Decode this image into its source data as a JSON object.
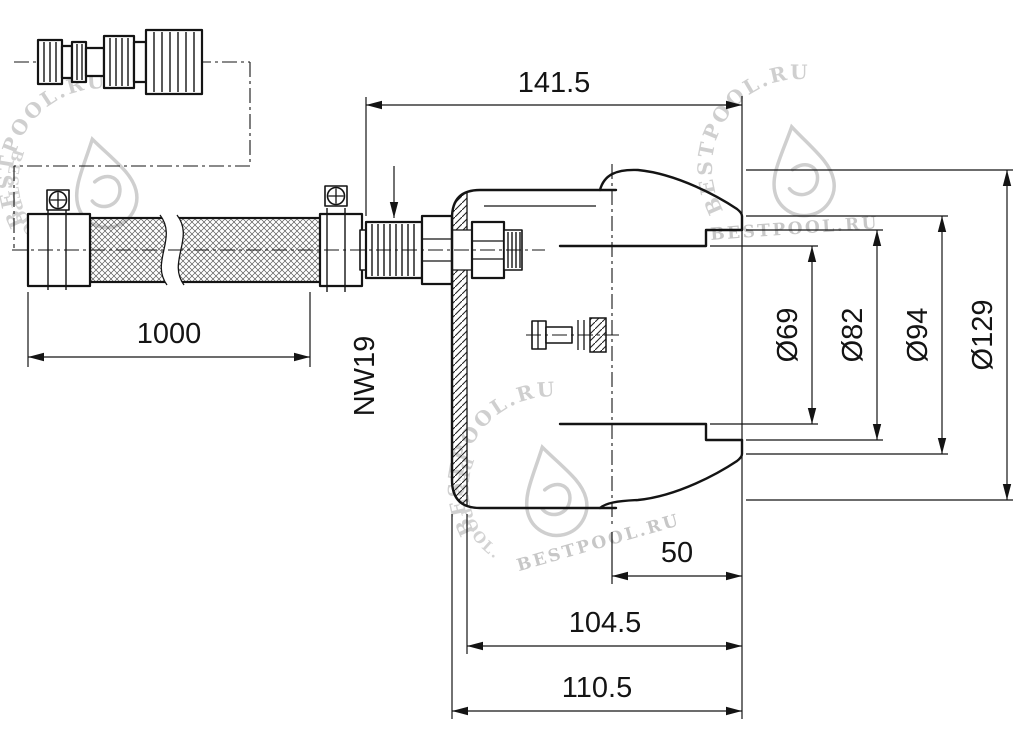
{
  "drawing": {
    "background": "#ffffff",
    "line_color": "#141414",
    "watermark_color": "#c7c7c7",
    "dimensions": {
      "overall_length": "141.5",
      "hose_length": "1000",
      "hose_nominal": "NW19",
      "niche_depth": "50",
      "body_depth": "104.5",
      "total_depth": "110.5",
      "bore_diameter": "Ø69",
      "recess_diameter": "Ø82",
      "lip_diameter": "Ø94",
      "flange_diameter": "Ø129"
    }
  },
  "watermark": {
    "text": "BESTPOOL.RU"
  }
}
